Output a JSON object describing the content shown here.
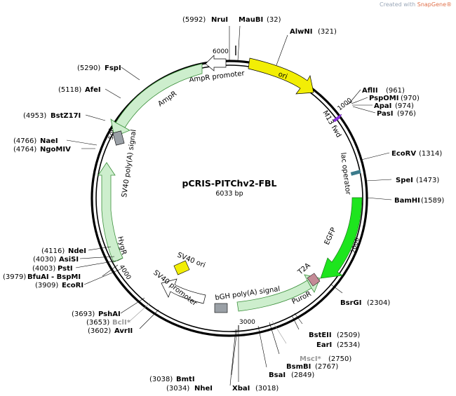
{
  "credit": {
    "prefix": "Created with ",
    "brand": "SnapGene®"
  },
  "plasmid": {
    "name": "pCRIS-PITChv2-FBL",
    "size": "6033 bp"
  },
  "ticks": [
    "1000",
    "2000",
    "3000",
    "4000",
    "5000",
    "6000"
  ],
  "features": {
    "ori": "ori",
    "ampr_promoter": "AmpR promoter",
    "ampr": "AmpR",
    "sv40_polya": "SV40 poly(A) signal",
    "hygr": "HygR",
    "sv40_ori": "SV40 ori",
    "sv40_promoter": "SV40 promoter",
    "bgh_polya": "bGH poly(A) signal",
    "puror": "PuroR",
    "t2a": "T2A",
    "egfp": "EGFP",
    "lac_operator": "lac operator",
    "m13_fwd": "M13 fwd"
  },
  "colors": {
    "backbone": "#000000",
    "ori": "#f2ee05",
    "ampr": "#cdeecd",
    "hygr": "#cdeecd",
    "puror": "#cdeecd",
    "egfp": "#1ee51e",
    "promoter": "#ffffff",
    "polya": "#9aa0a6",
    "sv40_ori": "#f2ee05",
    "t2a": "#c48a96",
    "m13": "#8a2be2",
    "lac": "#3b7b8c",
    "nonunique": "#999999"
  },
  "sites": [
    {
      "name": "NruI",
      "pos": "(5992)"
    },
    {
      "name": "MauBI",
      "pos": "(32)"
    },
    {
      "name": "AlwNI",
      "pos": "(321)"
    },
    {
      "name": "AflII",
      "pos": "(961)"
    },
    {
      "name": "PspOMI",
      "pos": "(970)"
    },
    {
      "name": "ApaI",
      "pos": "(974)"
    },
    {
      "name": "PasI",
      "pos": "(976)"
    },
    {
      "name": "EcoRV",
      "pos": "(1314)"
    },
    {
      "name": "SpeI",
      "pos": "(1473)"
    },
    {
      "name": "BamHI",
      "pos": "(1589)"
    },
    {
      "name": "BsrGI",
      "pos": "(2304)"
    },
    {
      "name": "BstEII",
      "pos": "(2509)"
    },
    {
      "name": "EarI",
      "pos": "(2534)"
    },
    {
      "name": "MscI*",
      "pos": "(2750)"
    },
    {
      "name": "BsmBI",
      "pos": "(2767)"
    },
    {
      "name": "BsaI",
      "pos": "(2849)"
    },
    {
      "name": "XbaI",
      "pos": "(3018)"
    },
    {
      "name": "NheI",
      "pos": "(3034)"
    },
    {
      "name": "BmtI",
      "pos": "(3038)"
    },
    {
      "name": "AvrII",
      "pos": "(3602)"
    },
    {
      "name": "BclI*",
      "pos": "(3653)"
    },
    {
      "name": "PshAI",
      "pos": "(3693)"
    },
    {
      "name": "EcoRI",
      "pos": "(3909)"
    },
    {
      "name": "BfuAI - BspMI",
      "pos": "(3979)"
    },
    {
      "name": "PstI",
      "pos": "(4003)"
    },
    {
      "name": "AsiSI",
      "pos": "(4030)"
    },
    {
      "name": "NdeI",
      "pos": "(4116)"
    },
    {
      "name": "NgoMIV",
      "pos": "(4764)"
    },
    {
      "name": "NaeI",
      "pos": "(4766)"
    },
    {
      "name": "BstZ17I",
      "pos": "(4953)"
    },
    {
      "name": "AfeI",
      "pos": "(5118)"
    },
    {
      "name": "FspI",
      "pos": "(5290)"
    }
  ]
}
